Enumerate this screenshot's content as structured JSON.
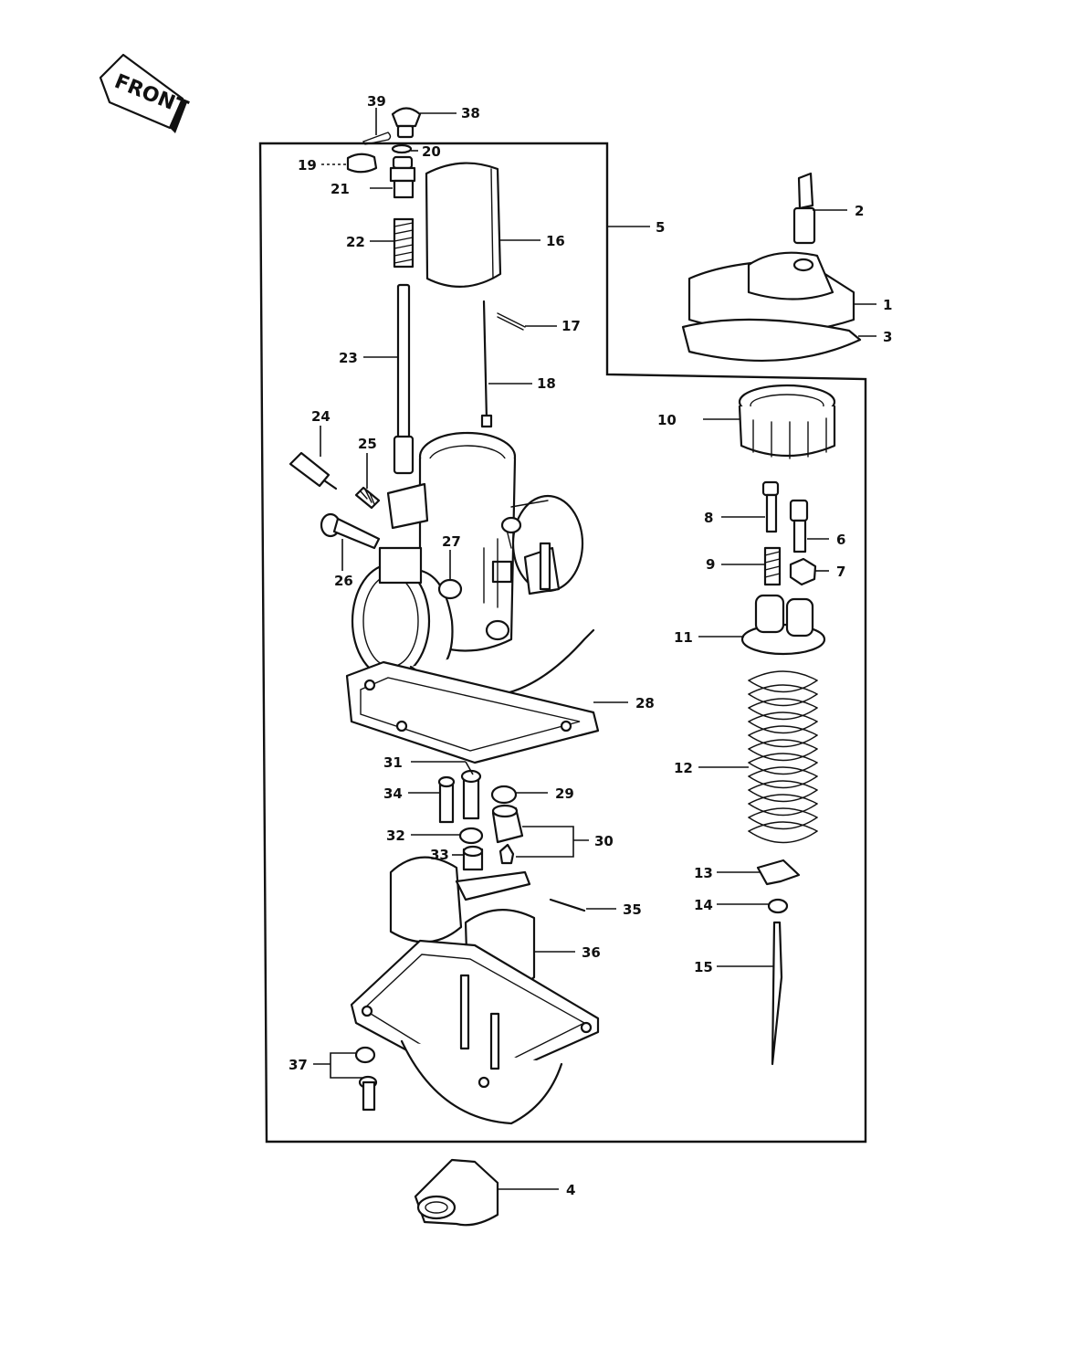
{
  "front_label": "FRONT",
  "parts": {
    "p1": "1",
    "p2": "2",
    "p3": "3",
    "p4": "4",
    "p5": "5",
    "p6": "6",
    "p7": "7",
    "p8": "8",
    "p9": "9",
    "p10": "10",
    "p11": "11",
    "p12": "12",
    "p13": "13",
    "p14": "14",
    "p15": "15",
    "p16": "16",
    "p17": "17",
    "p18": "18",
    "p19": "19",
    "p20": "20",
    "p21": "21",
    "p22": "22",
    "p23": "23",
    "p24": "24",
    "p25": "25",
    "p26": "26",
    "p27": "27",
    "p28": "28",
    "p29": "29",
    "p30": "30",
    "p31": "31",
    "p32": "32",
    "p33": "33",
    "p34": "34",
    "p35": "35",
    "p36": "36",
    "p37": "37",
    "p38": "38",
    "p39": "39"
  }
}
